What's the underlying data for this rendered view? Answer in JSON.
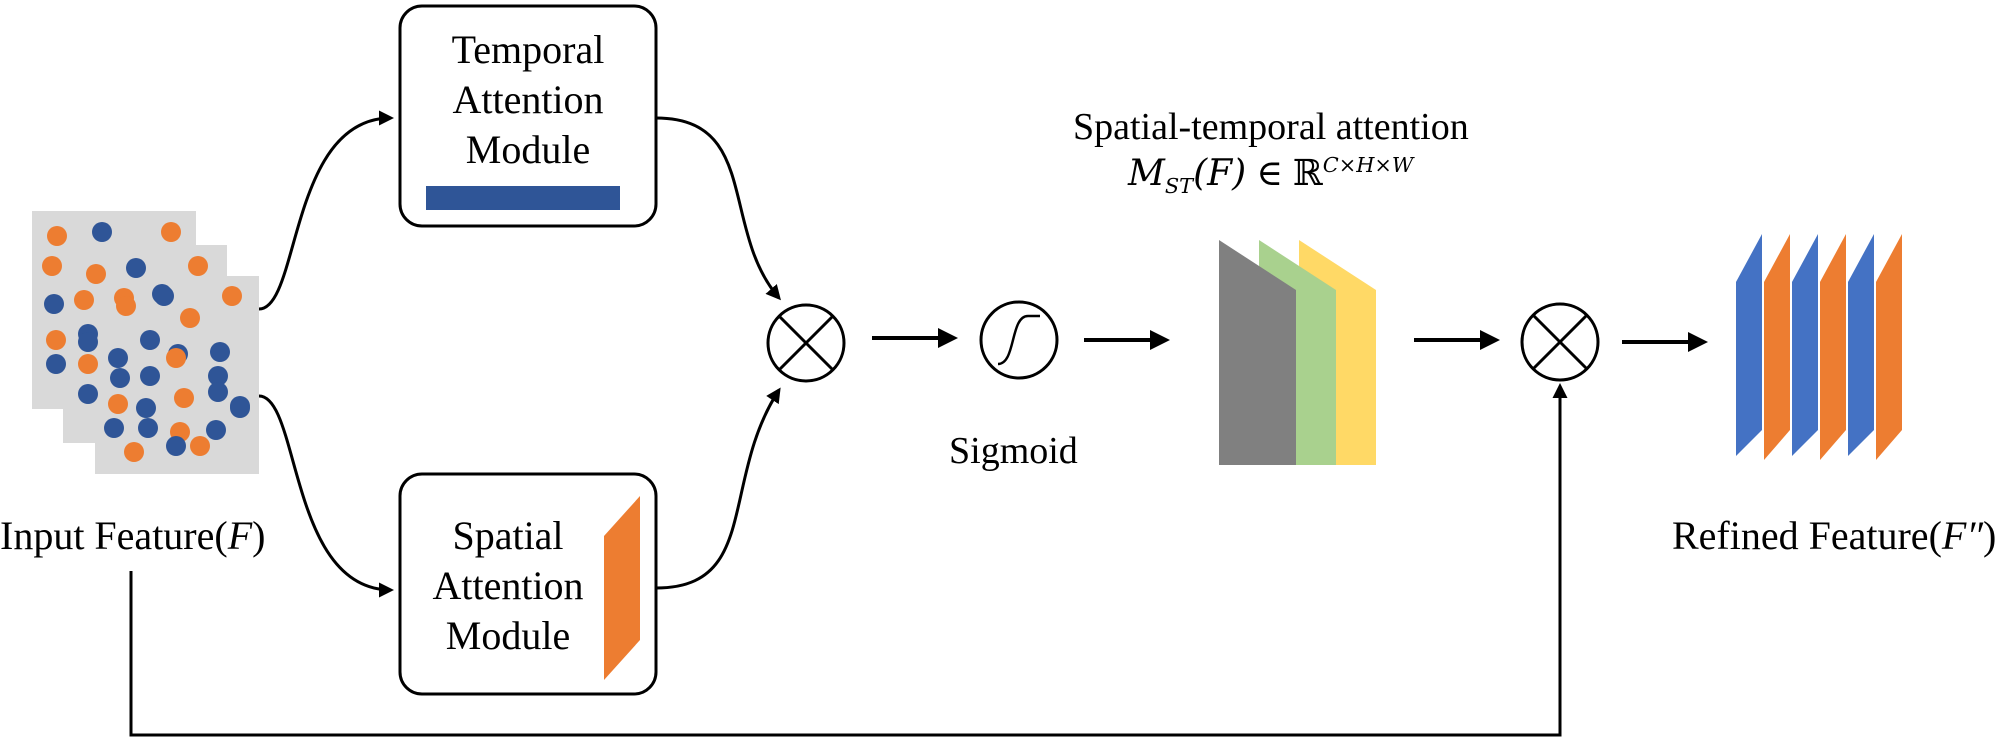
{
  "temporal_module": {
    "line1": "Temporal",
    "line2": "Attention",
    "line3": "Module",
    "bar_color": "#2f5597"
  },
  "spatial_module": {
    "line1": "Spatial",
    "line2": "Attention",
    "line3": "Module",
    "para_color": "#ed7d31"
  },
  "input_feature": {
    "label": "Input Feature(",
    "var": "F",
    "close": ")"
  },
  "sigmoid": {
    "label": "Sigmoid"
  },
  "st_attention": {
    "title": "Spatial-temporal attention",
    "formula_M": "M",
    "formula_sub": "ST",
    "formula_arg": "(F)",
    "formula_in": "∈",
    "formula_R": "ℝ",
    "formula_sup": "C×H×W"
  },
  "refined_feature": {
    "label": "Refined Feature(",
    "var": "F″",
    "close": ")"
  },
  "colors": {
    "blue_dot": "#2f5597",
    "orange_dot": "#ed7d31",
    "card_bg": "#d9d9d9",
    "layer_gray": "#808080",
    "layer_green": "#a9d18e",
    "layer_yellow": "#ffd966",
    "refined_blue": "#4472c4",
    "refined_orange": "#ed7d31"
  }
}
